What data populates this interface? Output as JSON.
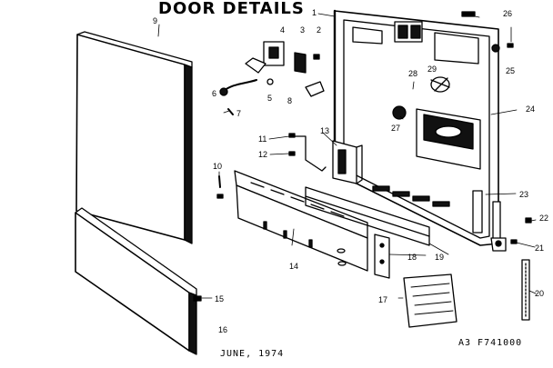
{
  "title": "DOOR DETAILS",
  "date": "JUNE, 1974",
  "code": "A3 F741000",
  "parts": [
    "1",
    "2",
    "3",
    "4",
    "5",
    "6",
    "7",
    "8",
    "9",
    "10",
    "11",
    "12",
    "13",
    "14",
    "15",
    "16",
    "17",
    "18",
    "19",
    "20",
    "21",
    "22",
    "23",
    "24",
    "25",
    "26",
    "27",
    "28",
    "29"
  ]
}
